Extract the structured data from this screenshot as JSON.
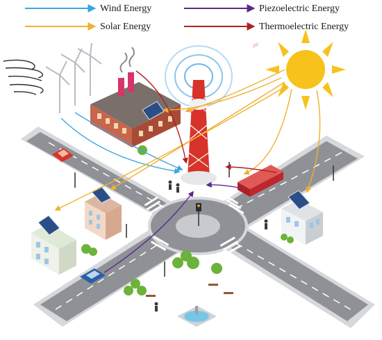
{
  "legend": [
    {
      "key": "wind",
      "label": "Wind Energy",
      "color": "#3aa6e0"
    },
    {
      "key": "piezo",
      "label": "Piezoelectric Energy",
      "color": "#5a2a8a"
    },
    {
      "key": "solar",
      "label": "Solar Energy",
      "color": "#f0b030"
    },
    {
      "key": "thermo",
      "label": "Thermoelectric Energy",
      "color": "#b02020"
    }
  ],
  "colors": {
    "road": "#8f9196",
    "road_edge": "#d7d8db",
    "grass": "#7ab93a",
    "tower": "#d8332a",
    "sun": "#f7c21c",
    "bus": "#c0272d"
  }
}
